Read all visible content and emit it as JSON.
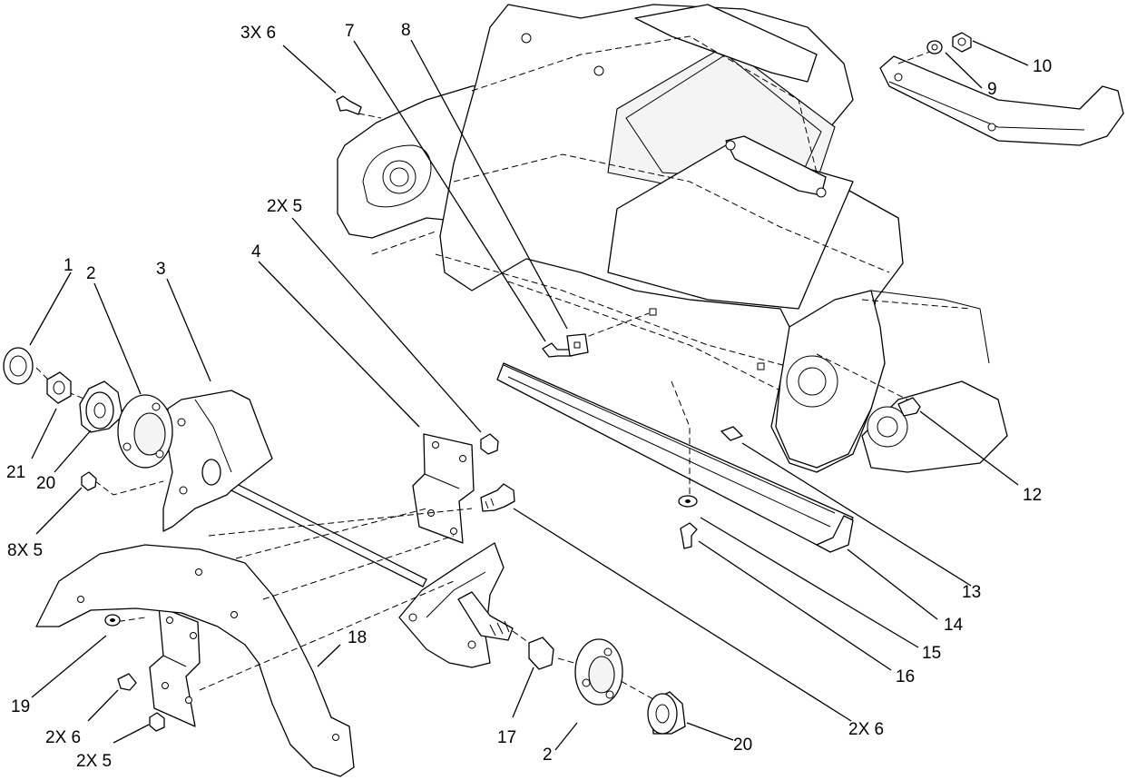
{
  "callouts": {
    "c1": "1",
    "c2a": "2",
    "c2b": "2",
    "c3": "3",
    "c3x6": "3X 6",
    "c4": "4",
    "c2x5a": "2X 5",
    "c2x5b": "2X 5",
    "c7": "7",
    "c8": "8",
    "c9": "9",
    "c10": "10",
    "c12": "12",
    "c13": "13",
    "c14": "14",
    "c15": "15",
    "c16": "16",
    "c17": "17",
    "c18": "18",
    "c19": "19",
    "c20a": "20",
    "c20b": "20",
    "c21": "21",
    "c8x5": "8X 5",
    "c2x6a": "2X 6",
    "c2x6b": "2X 6"
  },
  "colors": {
    "line": "#000000",
    "background": "#ffffff"
  }
}
